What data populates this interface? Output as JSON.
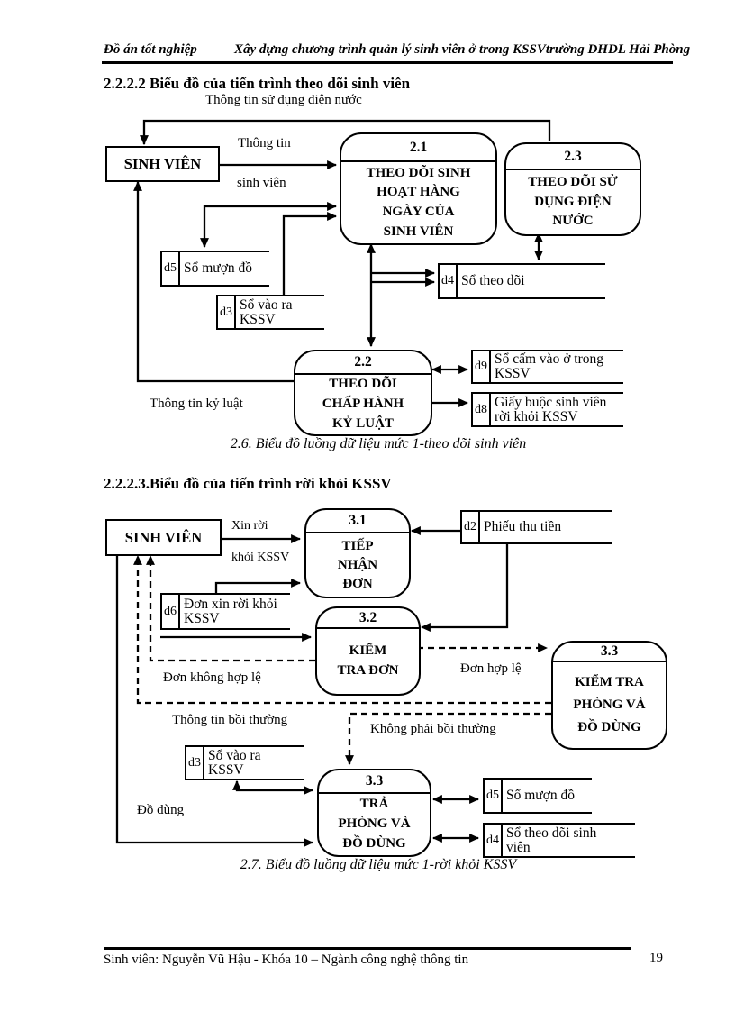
{
  "header": {
    "left": "Đồ án tốt nghiệp",
    "right": "Xây dựng chương trình quản lý sinh viên ở trong KSSVtrường DHDL Hải Phòng"
  },
  "footer": {
    "text": "Sinh viên: Nguyễn Vũ Hậu - Khóa 10 – Ngành công nghệ thông tin",
    "page_number": "19"
  },
  "section1": {
    "heading": "2.2.2.2 Biểu đồ của tiến trình theo dõi sinh viên",
    "caption": "2.6. Biểu đồ luồng dữ liệu mức 1-theo dõi sinh viên",
    "entity": "SINH VIÊN",
    "processes": {
      "p21": {
        "num": "2.1",
        "name": "THEO DÕI SINH\nHOẠT HÀNG\nNGÀY CỦA\nSINH VIÊN"
      },
      "p23": {
        "num": "2.3",
        "name": "THEO DÕI SỬ\nDỤNG ĐIỆN\nNƯỚC"
      },
      "p22": {
        "num": "2.2",
        "name": "THEO DÕI\nCHẤP HÀNH\nKỶ LUẬT"
      }
    },
    "stores": {
      "d5": {
        "id": "d5",
        "name": "Sổ mượn đồ"
      },
      "d3": {
        "id": "d3",
        "name": "Sổ vào ra\nKSSV"
      },
      "d4": {
        "id": "d4",
        "name": "Sổ theo dõi"
      },
      "d9": {
        "id": "d9",
        "name": "Sổ cấm vào ở trong\nKSSV"
      },
      "d8": {
        "id": "d8",
        "name": "Giấy buộc sinh viên\nrời khỏi KSSV"
      }
    },
    "labels": {
      "dien_nuoc": "Thông tin sử dụng điện nước",
      "thong_tin": "Thông tin",
      "sinh_vien": "sinh viên",
      "ky_luat": "Thông tin kỷ luật"
    }
  },
  "section2": {
    "heading": "2.2.2.3.Biểu đồ của tiến trình rời khỏi KSSV",
    "caption": "2.7. Biểu đồ luồng dữ liệu mức 1-rời khỏi KSSV",
    "entity": "SINH VIÊN",
    "processes": {
      "p31": {
        "num": "3.1",
        "name": "TIẾP\nNHẬN\nĐƠN"
      },
      "p32": {
        "num": "3.2",
        "name": "KIỂM\nTRA ĐƠN"
      },
      "p33a": {
        "num": "3.3",
        "name": "KIỂM TRA\nPHÒNG VÀ\nĐỒ DÙNG"
      },
      "p33b": {
        "num": "3.3",
        "name": "TRẢ\nPHÒNG VÀ\nĐỒ DÙNG"
      }
    },
    "stores": {
      "d2": {
        "id": "d2",
        "name": "Phiếu thu tiền"
      },
      "d6": {
        "id": "d6",
        "name": "Đơn xin rời khỏi\nKSSV"
      },
      "d3": {
        "id": "d3",
        "name": "Sổ vào ra\nKSSV"
      },
      "d5": {
        "id": "d5",
        "name": "Sổ mượn đồ"
      },
      "d4": {
        "id": "d4",
        "name": "Sổ theo dõi sinh\nviên"
      }
    },
    "labels": {
      "xin_roi": "Xin rời",
      "khoi_kssv": "khỏi KSSV",
      "don_khong_hop_le": "Đơn không hợp lệ",
      "don_hop_le": "Đơn hợp lệ",
      "thong_tin_boi_thuong": "Thông tin bồi thường",
      "khong_phai_boi_thuong": "Không phải bồi thường",
      "do_dung": "Đồ dùng"
    }
  },
  "colors": {
    "ink": "#000000",
    "paper": "#ffffff"
  }
}
